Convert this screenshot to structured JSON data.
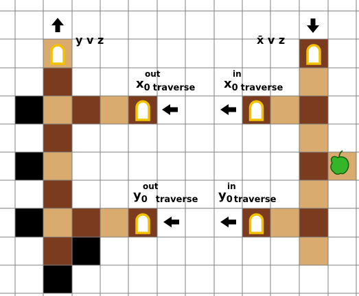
{
  "colors": {
    "grid_line": "#7f7f7f",
    "dark_tile": "#7a3b1e",
    "light_tile": "#d9ab6f",
    "wall": "#000000",
    "door_frame": "#f2c200",
    "door_fill": "#ffffff",
    "arrow": "#000000",
    "apple": "#35b52a",
    "apple_outline": "#145e10"
  },
  "clause_labels": {
    "left": "y v z",
    "right_bar": "x̄",
    "right_rest": " v z"
  },
  "traverse_labels": [
    {
      "var": "x",
      "sub": "0",
      "sup": "out",
      "word": "traverse"
    },
    {
      "var": "x",
      "sub": "0",
      "sup": "in",
      "word": "traverse"
    },
    {
      "var": "y",
      "sub": "0",
      "sup": "out",
      "word": "traverse"
    },
    {
      "var": "y",
      "sub": "0",
      "sup": "in",
      "word": "traverse"
    }
  ],
  "icons": {
    "arrow_up": "arrow-up-icon",
    "arrow_down": "arrow-down-icon",
    "arrow_left": "arrow-left-icon",
    "door": "door-icon",
    "apple": "apple-icon"
  }
}
